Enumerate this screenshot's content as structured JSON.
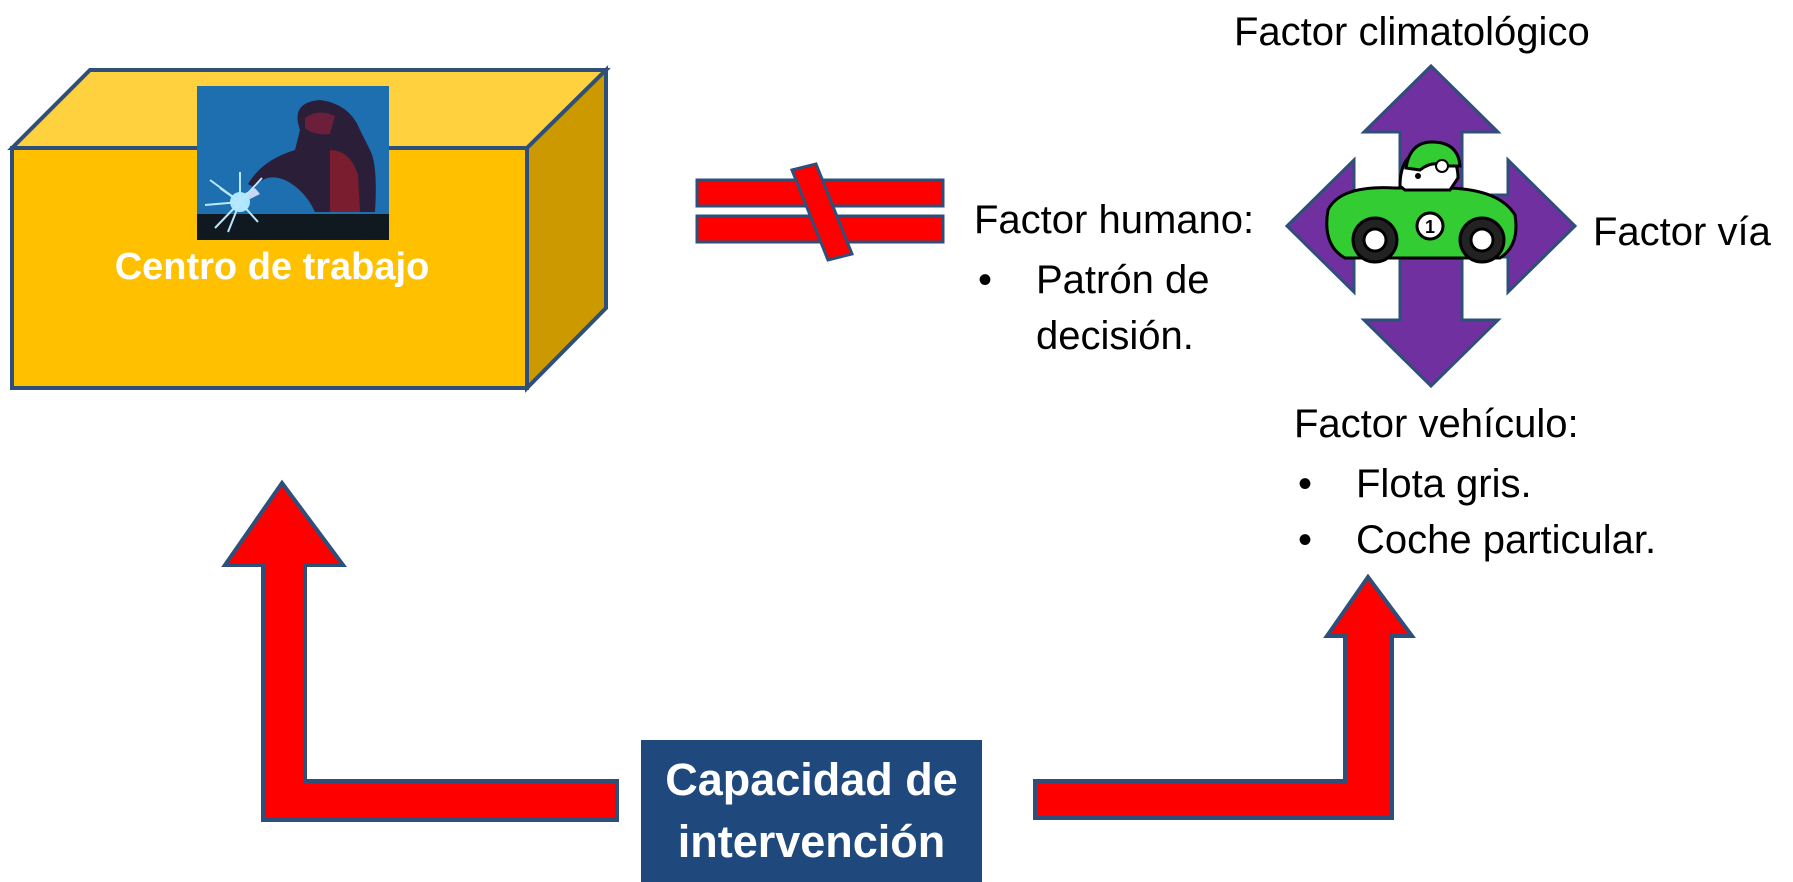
{
  "workplace": {
    "label": "Centro de trabajo"
  },
  "factors": {
    "climate": "Factor climatológico",
    "road": "Factor vía",
    "human": {
      "title": "Factor humano:",
      "items": [
        "Patrón de decisión."
      ]
    },
    "vehicle": {
      "title": "Factor vehículo:",
      "items": [
        "Flota gris.",
        "Coche particular."
      ]
    }
  },
  "capacity": {
    "line1": "Capacidad de",
    "line2": "intervención"
  },
  "icons": [
    "welder-icon",
    "not-equal-icon",
    "four-way-arrow-icon",
    "race-car-icon",
    "up-arrow-icon"
  ],
  "colors": {
    "box_front": "#FFC000",
    "box_top": "#FFD13F",
    "box_side": "#CC9A00",
    "outline": "#2E4F7A",
    "arrow_red": "#FF0000",
    "cross_purple": "#7030A0",
    "capacity_bg": "#1F497D",
    "car_green": "#33CC33"
  }
}
